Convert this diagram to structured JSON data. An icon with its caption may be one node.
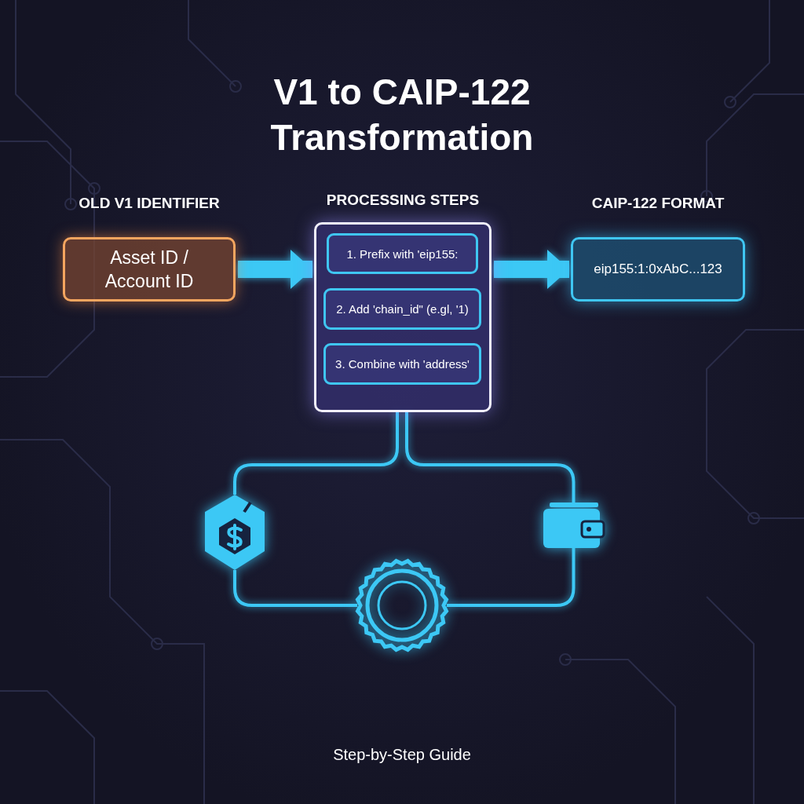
{
  "diagram": {
    "title": "V1 to CAIP-122 Transformation",
    "nodes": [
      {
        "text": [
          "OLD V1 IDENTIFIER",
          "Asset ID / Account ID"
        ]
      },
      {
        "text": [
          "PROCESSING STEPS"
        ]
      },
      {
        "text": [
          "1. Prefix with 'eip155:"
        ],
        "in": 1
      },
      {
        "text": [
          "2. Add 'chain_id\" (e.gl, '1)"
        ],
        "in": 1
      },
      {
        "text": [
          "3. Combine with 'address'"
        ],
        "in": 1
      },
      {
        "text": [
          "CAIP-122 FORMAT",
          "eip155:1:0xAbC...123"
        ]
      },
      {
        "text": [],
        "shape": "hexagon"
      },
      {
        "text": [],
        "shape": "wallet"
      },
      {
        "text": [],
        "shape": "circle"
      }
    ],
    "edges": [
      {
        "from": 0,
        "to": 1,
        "arrow": "to",
        "style": "thick"
      },
      {
        "from": 1,
        "to": 5,
        "arrow": "to",
        "style": "thick"
      },
      {
        "from": 1,
        "to": 6,
        "arrow": "none"
      },
      {
        "from": 1,
        "to": 7,
        "arrow": "none"
      },
      {
        "from": 6,
        "to": 8,
        "arrow": "none"
      },
      {
        "from": 7,
        "to": 8,
        "arrow": "none"
      }
    ],
    "labels": [
      "Step-by-Step Guide"
    ]
  }
}
